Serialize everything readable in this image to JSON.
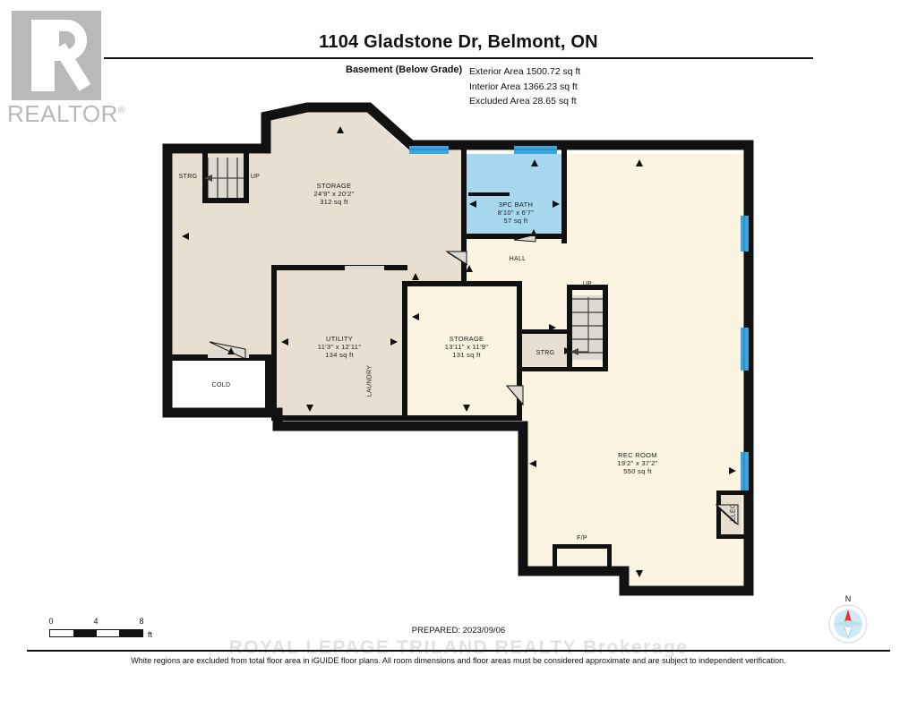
{
  "logo": {
    "text": "REALTOR",
    "registered": "®"
  },
  "header": {
    "title": "1104 Gladstone Dr, Belmont, ON",
    "level": "Basement (Below Grade)",
    "area_exterior": "Exterior Area 1500.72 sq ft",
    "area_interior": "Interior Area 1366.23 sq ft",
    "area_excluded": "Excluded Area 28.65 sq ft"
  },
  "rooms": [
    {
      "name": "STORAGE",
      "dims": "24'9\" x 20'2\"",
      "area": "312 sq ft"
    },
    {
      "name": "3PC BATH",
      "dims": "8'10\" x 6'7\"",
      "area": "57 sq ft"
    },
    {
      "name": "UTILITY",
      "dims": "11'3\" x 12'11\"",
      "area": "134 sq ft"
    },
    {
      "name": "STORAGE",
      "dims": "13'11\" x 11'9\"",
      "area": "131 sq ft"
    },
    {
      "name": "REC ROOM",
      "dims": "19'2\" x 37'2\"",
      "area": "550 sq ft"
    }
  ],
  "labels": {
    "hall": "HALL",
    "laundry": "LAUNDRY",
    "cold": "COLD",
    "strg_left": "STRG",
    "strg_mid": "STRG",
    "up_left": "UP",
    "up_right": "UP",
    "elec": "ELEC",
    "fireplace": "F/P"
  },
  "scale": {
    "ticks": [
      "0",
      "4",
      "8"
    ],
    "unit": "ft"
  },
  "prepared": "PREPARED: 2023/09/06",
  "compass": {
    "north": "N"
  },
  "footer": {
    "watermark": "ROYAL LEPAGE TRILAND REALTY Brokerage",
    "disclaimer": "White regions are excluded from total floor area in iGUIDE floor plans. All room dimensions and floor areas must be considered approximate and are subject to independent verification."
  },
  "colors": {
    "wall": "#111111",
    "floor_beige": "#e8dfd0",
    "floor_cream": "#fbf4e0",
    "bath_blue": "#a8d8f0",
    "window_blue": "#3ba6dd",
    "excluded_white": "#ffffff",
    "logo_grey": "#b9b9b9"
  }
}
